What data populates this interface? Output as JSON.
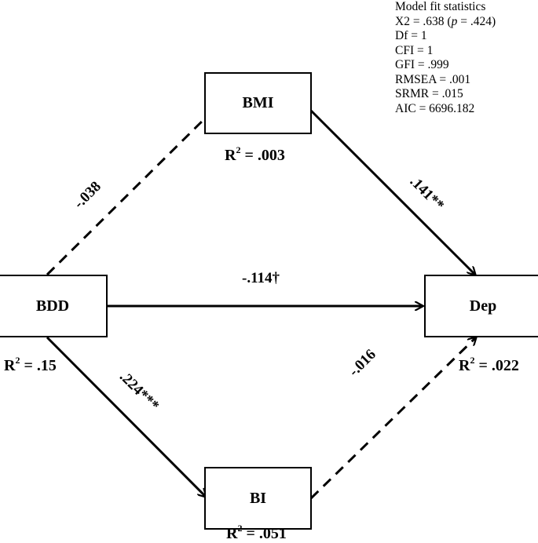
{
  "nodes": {
    "bdd": "BDD",
    "bmi": "BMI",
    "bi": "BI",
    "dep": "Dep"
  },
  "r_squared": {
    "prefix": "R",
    "exponent": "2",
    "bdd": "= .15",
    "bmi": "= .003",
    "bi": "= .051",
    "dep": "= .022"
  },
  "paths": {
    "bdd_bmi": {
      "coef": "-.038",
      "style": "dashed"
    },
    "bmi_dep": {
      "coef": ".141**",
      "style": "solid"
    },
    "bdd_dep": {
      "coef": "-.114†",
      "style": "solid"
    },
    "bdd_bi": {
      "coef": ".224***",
      "style": "solid"
    },
    "bi_dep": {
      "coef": "-.016",
      "style": "dashed"
    }
  },
  "fit_statistics": {
    "title": "Model fit statistics",
    "x2_prefix": "X2 = .638 (",
    "p_symbol": "p",
    "x2_suffix": " = .424)",
    "df": "Df = 1",
    "cfi": "CFI = 1",
    "gfi": "GFI = .999",
    "rmsea": "RMSEA = .001",
    "srmr": "SRMR = .015",
    "aic": "AIC =  6696.182"
  },
  "colors": {
    "line": "#000000",
    "background": "#ffffff"
  }
}
